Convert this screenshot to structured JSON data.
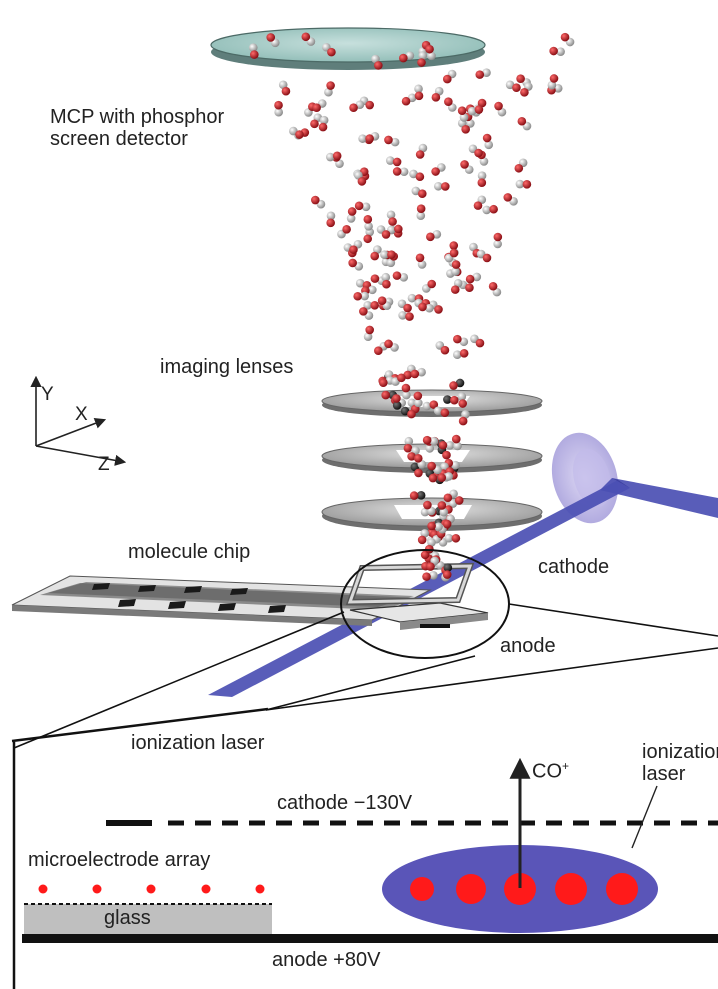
{
  "labels": {
    "detector_line1": "MCP with phosphor",
    "detector_line2": "screen detector",
    "lenses": "imaging lenses",
    "chip": "molecule chip",
    "cathode": "cathode",
    "anode": "anode",
    "laser_main": "ionization laser",
    "ion": "CO",
    "ion_charge": "+",
    "laser_inset_line1": "ionization",
    "laser_inset_line2": "laser",
    "cathode_voltage": "cathode −130V",
    "array": "microelectrode array",
    "glass": "glass",
    "anode_voltage": "anode +80V"
  },
  "axes": {
    "y": "Y",
    "x": "X",
    "z": "Z"
  },
  "colors": {
    "laser": "#4b4fb3",
    "laser_light": "#6f72c9",
    "oxygen": "#c8202a",
    "carbon": "#d9d9d9",
    "carbon_dark": "#222222",
    "detector": "#a9cfcb",
    "lens": "#bdbdbd",
    "glass": "#bfbfbf"
  }
}
